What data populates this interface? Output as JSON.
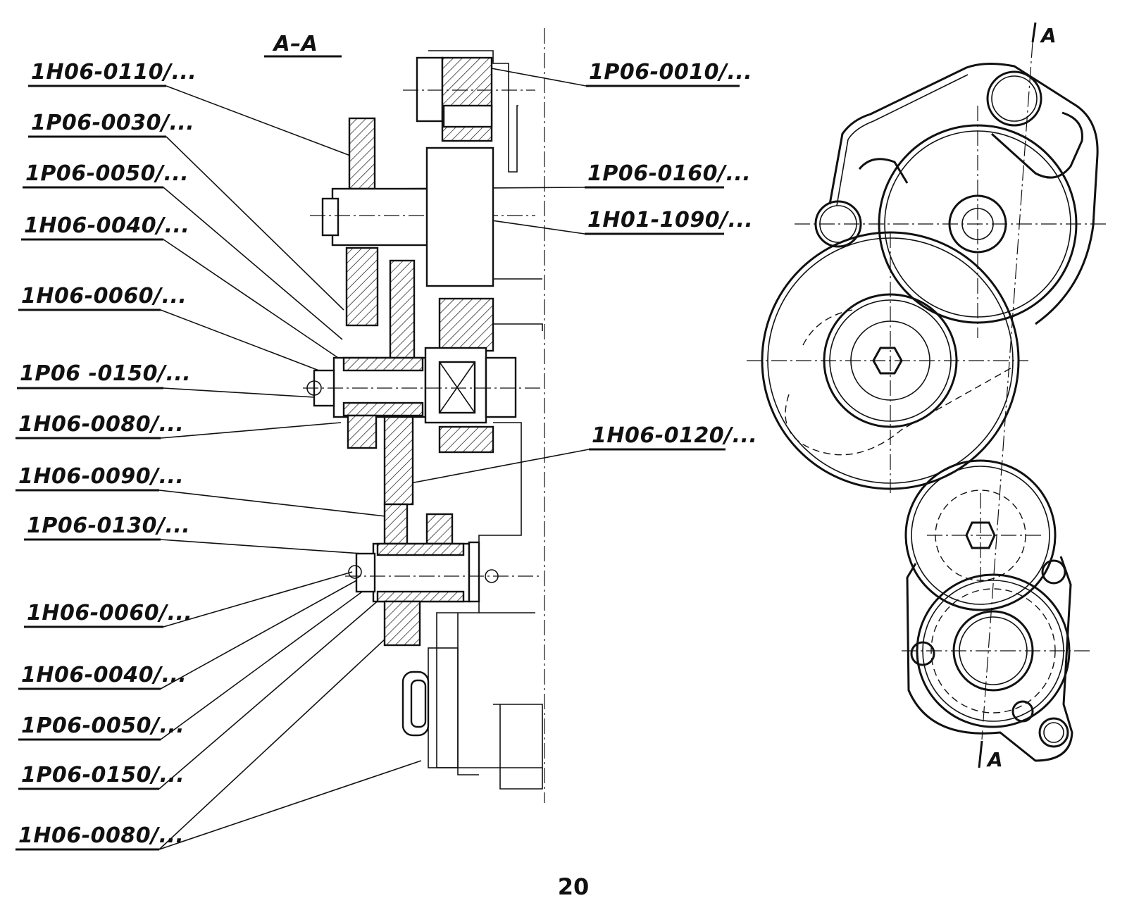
{
  "section_title": "A–A",
  "view_marker_top": "A",
  "view_marker_bottom": "A",
  "page_number": "20",
  "left_labels": [
    {
      "id": "l1",
      "text": "1H06-0110/..."
    },
    {
      "id": "l2",
      "text": "1P06-0030/..."
    },
    {
      "id": "l3",
      "text": "1P06-0050/..."
    },
    {
      "id": "l4",
      "text": "1H06-0040/..."
    },
    {
      "id": "l5",
      "text": "1H06-0060/..."
    },
    {
      "id": "l6",
      "text": "1P06 -0150/..."
    },
    {
      "id": "l7",
      "text": "1H06-0080/..."
    },
    {
      "id": "l8",
      "text": "1H06-0090/..."
    },
    {
      "id": "l9",
      "text": "1P06-0130/..."
    },
    {
      "id": "l10",
      "text": "1H06-0060/..."
    },
    {
      "id": "l11",
      "text": "1H06-0040/..."
    },
    {
      "id": "l12",
      "text": "1P06-0050/..."
    },
    {
      "id": "l13",
      "text": "1P06-0150/..."
    },
    {
      "id": "l14",
      "text": "1H06-0080/..."
    }
  ],
  "right_labels": [
    {
      "id": "r1",
      "text": "1P06-0010/..."
    },
    {
      "id": "r2",
      "text": "1P06-0160/..."
    },
    {
      "id": "r3",
      "text": "1H01-1090/..."
    },
    {
      "id": "r4",
      "text": "1H06-0120/..."
    }
  ]
}
